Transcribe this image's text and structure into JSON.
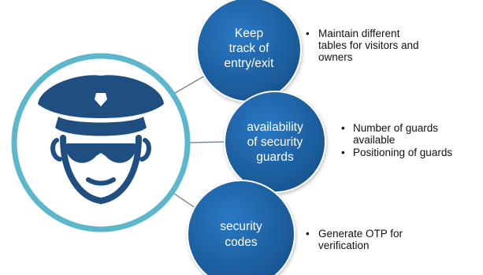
{
  "colors": {
    "primary": "#1b5fa8",
    "ring": "#5ab7cc",
    "connector": "#6f7f8c",
    "icon": "#1f4f80"
  },
  "center": {
    "icon": "police-officer-icon"
  },
  "nodes": [
    {
      "lines": [
        "Keep",
        "track of",
        "entry/exit"
      ],
      "bullets": [
        {
          "lines": [
            "Maintain different",
            "tables  for visitors and",
            "owners"
          ]
        }
      ]
    },
    {
      "lines": [
        "availability",
        "of security",
        "guards"
      ],
      "bullets": [
        {
          "lines": [
            "Number of guards",
            "available"
          ]
        },
        {
          "lines": [
            "Positioning of guards"
          ]
        }
      ]
    },
    {
      "lines": [
        "security",
        "codes"
      ],
      "bullets": [
        {
          "lines": [
            "Generate OTP for",
            "verification"
          ]
        }
      ]
    }
  ]
}
